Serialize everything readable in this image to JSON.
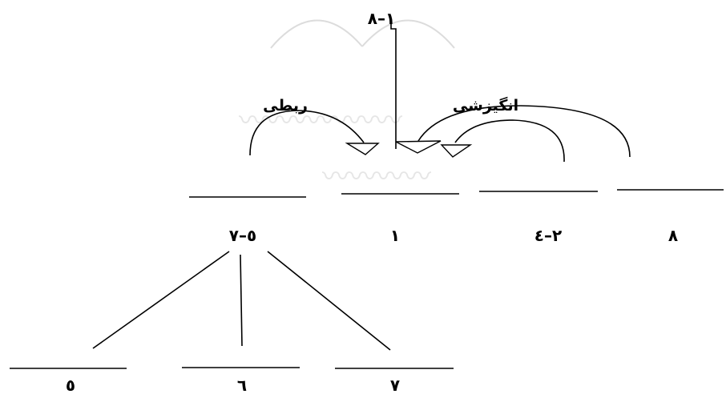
{
  "diagram": {
    "top_label": "١–٨",
    "arrow_labels": {
      "relational": "ربطی",
      "motivational": "انگیزشی"
    },
    "level1": [
      {
        "id": "n57",
        "label": "٥–٧"
      },
      {
        "id": "n1",
        "label": "١"
      },
      {
        "id": "n24",
        "label": "٢–٤"
      },
      {
        "id": "n8",
        "label": "٨"
      }
    ],
    "level2": [
      {
        "id": "n5",
        "label": "٥"
      },
      {
        "id": "n6",
        "label": "٦"
      },
      {
        "id": "n7",
        "label": "٧"
      }
    ]
  }
}
